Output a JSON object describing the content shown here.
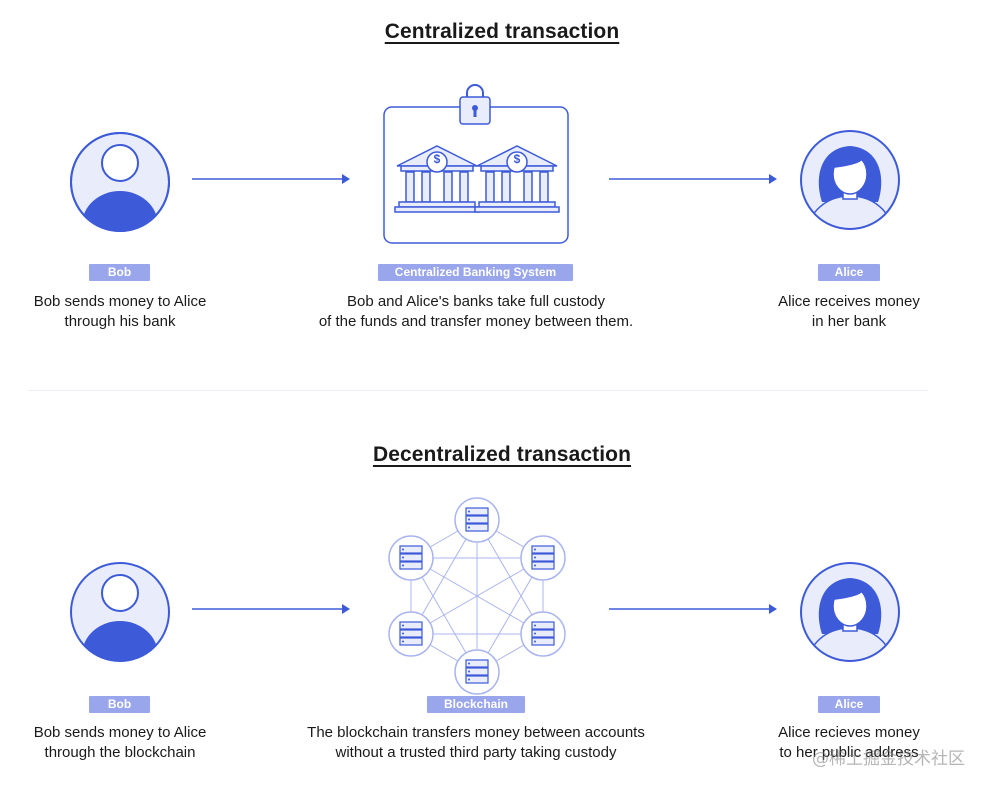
{
  "centralized": {
    "title": "Centralized transaction",
    "bob_tag": "Bob",
    "bob_caption_line1": "Bob sends money to Alice",
    "bob_caption_line2": "through his bank",
    "middle_tag": "Centralized Banking System",
    "middle_caption_line1": "Bob and Alice's banks take full custody",
    "middle_caption_line2": "of the funds and transfer money between them.",
    "alice_tag": "Alice",
    "alice_caption_line1": "Alice receives money",
    "alice_caption_line2": "in her bank",
    "bank_symbol": "$"
  },
  "decentralized": {
    "title": "Decentralized transaction",
    "bob_tag": "Bob",
    "bob_caption_line1": "Bob sends money to Alice",
    "bob_caption_line2": "through the blockchain",
    "middle_tag": "Blockchain",
    "middle_caption_line1": "The blockchain transfers money between accounts",
    "middle_caption_line2": "without a trusted third party taking custody",
    "alice_tag": "Alice",
    "alice_caption_line1": "Alice recieves money",
    "alice_caption_line2": "to her public address"
  },
  "watermark": "@稀土掘金技术社区",
  "colors": {
    "accent": "#3d5bd9",
    "tag_bg": "#99a6eb",
    "light_fill": "#e8ecfb",
    "outline": "#3d5bd9"
  }
}
